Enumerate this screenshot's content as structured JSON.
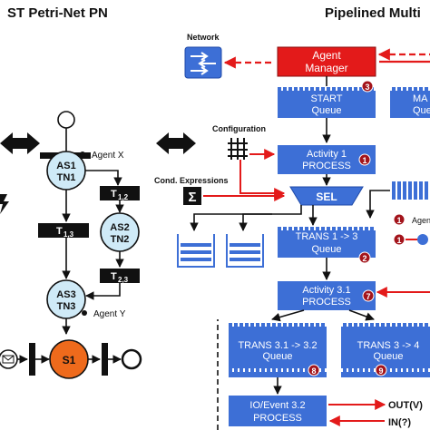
{
  "left_title": "ST Petri-Net PN",
  "right_title": "Pipelined Multi",
  "network_label": "Network",
  "agent_manager": {
    "line1": "Agent",
    "line2": "Manager",
    "badge": "3"
  },
  "start_queue": {
    "line1": "START",
    "line2": "Queue"
  },
  "ma_queue": {
    "line1": "MA",
    "line2": "Queue"
  },
  "configuration_label": "Configuration",
  "activity1": {
    "line1": "Activity 1",
    "line2": "PROCESS",
    "badge": "1"
  },
  "cond_expressions_label": "Cond. Expressions",
  "sigma_symbol": "Σ",
  "sel_label": "SEL",
  "legend": {
    "badge1": "1",
    "agent_label": "Agen",
    "badge2": "1"
  },
  "trans13": {
    "line1": "TRANS 1 -> 3",
    "line2": "Queue",
    "badge": "2"
  },
  "activity31": {
    "line1": "Activity 3.1",
    "line2": "PROCESS",
    "badge": "7"
  },
  "trans312": {
    "line1": "TRANS 3.1 -> 3.2",
    "line2": "Queue",
    "badge": "8"
  },
  "trans34": {
    "line1": "TRANS 3 -> 4",
    "line2": "Queue",
    "badge": "9"
  },
  "ioevent": {
    "line1": "IO/Event 3.2",
    "line2": "PROCESS"
  },
  "out_label": "OUT(V)",
  "in_label": "IN(?)",
  "petri": {
    "agent_x": "Agent X",
    "agent_y": "Agent Y",
    "as1": [
      "AS1",
      "TN1"
    ],
    "as2": [
      "AS2",
      "TN2"
    ],
    "as3": [
      "AS3",
      "TN3"
    ],
    "t12": {
      "base": "T",
      "sub": "1,2"
    },
    "t13": {
      "base": "T",
      "sub": "1,3"
    },
    "t23": {
      "base": "T",
      "sub": "2,3"
    },
    "s1": "S1"
  },
  "colors": {
    "blue": "#3d6fd6",
    "blue_dark": "#1f4aa8",
    "red": "#e31a1a",
    "cyan": "#cfeaf7",
    "orange": "#ee6a1c",
    "badge_red": "#a3141b"
  }
}
